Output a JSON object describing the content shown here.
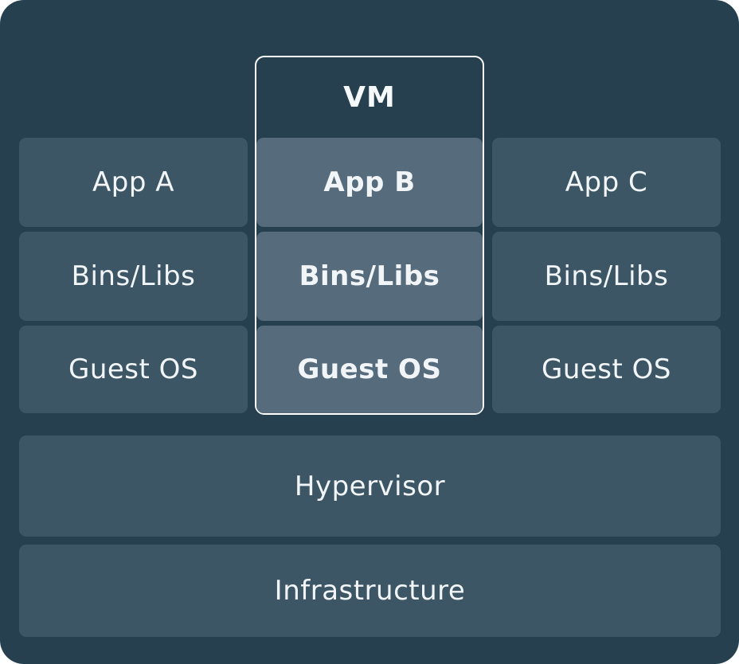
{
  "vm": {
    "label": "VM"
  },
  "columns": {
    "left": {
      "rows": [
        "App A",
        "Bins/Libs",
        "Guest OS"
      ]
    },
    "middle": {
      "rows": [
        "App B",
        "Bins/Libs",
        "Guest OS"
      ]
    },
    "right": {
      "rows": [
        "App C",
        "Bins/Libs",
        "Guest OS"
      ]
    }
  },
  "layers": {
    "hypervisor": "Hypervisor",
    "infrastructure": "Infrastructure"
  },
  "colors": {
    "canvas_background": "#264050",
    "box_background": "#3d5665",
    "vm_box_background": "#566c7d",
    "vm_border": "#fdfeff",
    "text": "#f1f5f7"
  }
}
